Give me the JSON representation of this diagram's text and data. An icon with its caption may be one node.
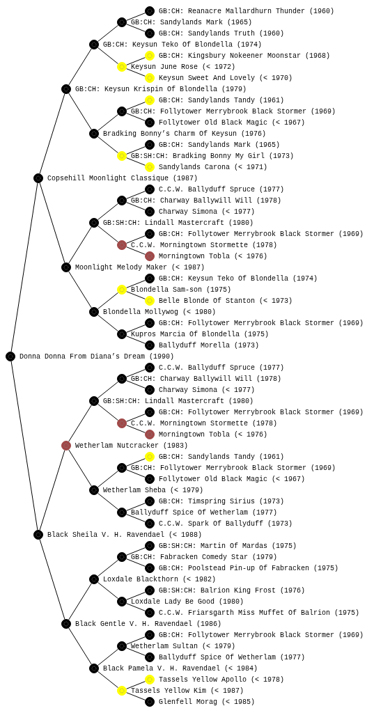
{
  "diagram": {
    "nodes": [
      {
        "text": [
          "GB:CH: Reanacre Mallardhurn Thunder (1960)"
        ]
      },
      {
        "text": [
          "GB:CH: Sandylands Mark (1965)"
        ]
      },
      {
        "text": [
          "GB:CH: Sandylands Truth (1960)"
        ]
      },
      {
        "text": [
          "GB:CH: Keysun Teko Of Blondella (1974)"
        ]
      },
      {
        "text": [
          "GB:CH: Kingsbury Nokeener Moonstar (1968)"
        ]
      },
      {
        "text": [
          "Keysun June Rose (< 1972)"
        ]
      },
      {
        "text": [
          "Keysun Sweet And Lovely (< 1970)"
        ]
      },
      {
        "text": [
          "GB:CH: Keysun Krispin Of Blondella (1979)"
        ]
      },
      {
        "text": [
          "GB:CH: Sandylands Tandy (1961)"
        ]
      },
      {
        "text": [
          "GB:CH: Follytower Merrybrook Black Stormer (1969)"
        ]
      },
      {
        "text": [
          "Follytower Old Black Magic (< 1967)"
        ]
      },
      {
        "text": [
          "Bradking Bonny’s Charm Of Keysun (1976)"
        ]
      },
      {
        "text": [
          "GB:CH: Sandylands Mark (1965)"
        ]
      },
      {
        "text": [
          "GB:SH:CH: Bradking Bonny My Girl (1973)"
        ]
      },
      {
        "text": [
          "Sandylands Carona (< 1971)"
        ]
      },
      {
        "text": [
          "Copsehill Moonlight Classique (1987)"
        ]
      },
      {
        "text": [
          "C.C.W. Ballyduff Spruce (1977)"
        ]
      },
      {
        "text": [
          "GB:CH: Charway Ballywill Will (1978)"
        ]
      },
      {
        "text": [
          "Charway Simona (< 1977)"
        ]
      },
      {
        "text": [
          "GB:SH:CH: Lindall Mastercraft (1980)"
        ]
      },
      {
        "text": [
          "GB:CH: Follytower Merrybrook Black Stormer (1969)"
        ]
      },
      {
        "text": [
          "C.C.W. Morningtown Stormette (1978)"
        ]
      },
      {
        "text": [
          "Morningtown Tobla (< 1976)"
        ]
      },
      {
        "text": [
          "Moonlight Melody Maker (< 1987)"
        ]
      },
      {
        "text": [
          "GB:CH: Keysun Teko Of Blondella (1974)"
        ]
      },
      {
        "text": [
          "Blondella Sam-son (1975)"
        ]
      },
      {
        "text": [
          "Belle Blonde Of Stanton (< 1973)"
        ]
      },
      {
        "text": [
          "Blondella Mollywog (< 1980)"
        ]
      },
      {
        "text": [
          "GB:CH: Follytower Merrybrook Black Stormer (1969)"
        ]
      },
      {
        "text": [
          "Kupros Marcia Of Blondella (1975)"
        ]
      },
      {
        "text": [
          "Ballyduff Morella (1973)"
        ]
      },
      {
        "text": [
          "Donna Donna From Diana’s Dream (1990)"
        ]
      },
      {
        "text": [
          "C.C.W. Ballyduff Spruce (1977)"
        ]
      },
      {
        "text": [
          "GB:CH: Charway Ballywill Will (1978)"
        ]
      },
      {
        "text": [
          "Charway Simona (< 1977)"
        ]
      },
      {
        "text": [
          "GB:SH:CH: Lindall Mastercraft (1980)"
        ]
      },
      {
        "text": [
          "GB:CH: Follytower Merrybrook Black Stormer (1969)"
        ]
      },
      {
        "text": [
          "C.C.W. Morningtown Stormette (1978)"
        ]
      },
      {
        "text": [
          "Morningtown Tobla (< 1976)"
        ]
      },
      {
        "text": [
          "Wetherlam Nutcracker (1983)"
        ]
      },
      {
        "text": [
          "GB:CH: Sandylands Tandy (1961)"
        ]
      },
      {
        "text": [
          "GB:CH: Follytower Merrybrook Black Stormer (1969)"
        ]
      },
      {
        "text": [
          "Follytower Old Black Magic (< 1967)"
        ]
      },
      {
        "text": [
          "Wetherlam Sheba (< 1979)"
        ]
      },
      {
        "text": [
          "GB:CH: Timspring Sirius (1973)"
        ]
      },
      {
        "text": [
          "Ballyduff Spice Of Wetherlam (1977)"
        ]
      },
      {
        "text": [
          "C.C.W. Spark Of Ballyduff (1973)"
        ]
      },
      {
        "text": [
          "Black Sheila V. H. Ravendael (< 1988)"
        ]
      },
      {
        "text": [
          "GB:SH:CH: Martin Of Mardas (1975)"
        ]
      },
      {
        "text": [
          "GB:CH: Fabracken Comedy Star (1979)"
        ]
      },
      {
        "text": [
          "GB:CH: Poolstead Pin-up Of Fabracken (1975)"
        ]
      },
      {
        "text": [
          "Loxdale Blackthorn (< 1982)"
        ]
      },
      {
        "text": [
          "GB:SH:CH: Balrion King Frost (1976)"
        ]
      },
      {
        "text": [
          "Loxdale Lady Be Good (1980)"
        ]
      },
      {
        "text": [
          "C.C.W. Friarsgarth Miss Muffet Of Balrion (1975)"
        ]
      },
      {
        "text": [
          "Black Gentle V. H. Ravendael (1986)"
        ]
      },
      {
        "text": [
          "GB:CH: Follytower Merrybrook Black Stormer (1969)"
        ]
      },
      {
        "text": [
          "Wetherlam Sultan (< 1979)"
        ]
      },
      {
        "text": [
          "Ballyduff Spice Of Wetherlam (1977)"
        ]
      },
      {
        "text": [
          "Black Pamela V. H. Ravendael (< 1984)"
        ]
      },
      {
        "text": [
          "Tassels Yellow Apollo (< 1978)"
        ]
      },
      {
        "text": [
          "Tassels Yellow Kim (< 1987)"
        ]
      },
      {
        "text": [
          "Glenfell Morag (< 1985)"
        ]
      }
    ],
    "edges": [
      {
        "from": 1,
        "to": 0,
        "arrow": "none"
      },
      {
        "from": 1,
        "to": 2,
        "arrow": "none"
      },
      {
        "from": 3,
        "to": 1,
        "arrow": "none"
      },
      {
        "from": 3,
        "to": 5,
        "arrow": "none"
      },
      {
        "from": 5,
        "to": 4,
        "arrow": "none"
      },
      {
        "from": 5,
        "to": 6,
        "arrow": "none"
      },
      {
        "from": 7,
        "to": 3,
        "arrow": "none"
      },
      {
        "from": 7,
        "to": 11,
        "arrow": "none"
      },
      {
        "from": 9,
        "to": 8,
        "arrow": "none"
      },
      {
        "from": 9,
        "to": 10,
        "arrow": "none"
      },
      {
        "from": 11,
        "to": 9,
        "arrow": "none"
      },
      {
        "from": 11,
        "to": 13,
        "arrow": "none"
      },
      {
        "from": 13,
        "to": 12,
        "arrow": "none"
      },
      {
        "from": 13,
        "to": 14,
        "arrow": "none"
      },
      {
        "from": 15,
        "to": 7,
        "arrow": "none"
      },
      {
        "from": 15,
        "to": 23,
        "arrow": "none"
      },
      {
        "from": 17,
        "to": 16,
        "arrow": "none"
      },
      {
        "from": 17,
        "to": 18,
        "arrow": "none"
      },
      {
        "from": 19,
        "to": 17,
        "arrow": "none"
      },
      {
        "from": 19,
        "to": 21,
        "arrow": "none"
      },
      {
        "from": 21,
        "to": 20,
        "arrow": "none"
      },
      {
        "from": 21,
        "to": 22,
        "arrow": "none"
      },
      {
        "from": 23,
        "to": 19,
        "arrow": "none"
      },
      {
        "from": 23,
        "to": 27,
        "arrow": "none"
      },
      {
        "from": 25,
        "to": 24,
        "arrow": "none"
      },
      {
        "from": 25,
        "to": 26,
        "arrow": "none"
      },
      {
        "from": 27,
        "to": 25,
        "arrow": "none"
      },
      {
        "from": 27,
        "to": 29,
        "arrow": "none"
      },
      {
        "from": 29,
        "to": 28,
        "arrow": "none"
      },
      {
        "from": 29,
        "to": 30,
        "arrow": "none"
      },
      {
        "from": 31,
        "to": 15,
        "arrow": "none"
      },
      {
        "from": 31,
        "to": 47,
        "arrow": "none"
      },
      {
        "from": 33,
        "to": 32,
        "arrow": "none"
      },
      {
        "from": 33,
        "to": 34,
        "arrow": "none"
      },
      {
        "from": 35,
        "to": 33,
        "arrow": "none"
      },
      {
        "from": 35,
        "to": 37,
        "arrow": "none"
      },
      {
        "from": 37,
        "to": 36,
        "arrow": "none"
      },
      {
        "from": 37,
        "to": 38,
        "arrow": "none"
      },
      {
        "from": 39,
        "to": 35,
        "arrow": "none"
      },
      {
        "from": 39,
        "to": 43,
        "arrow": "none"
      },
      {
        "from": 41,
        "to": 40,
        "arrow": "none"
      },
      {
        "from": 41,
        "to": 42,
        "arrow": "none"
      },
      {
        "from": 43,
        "to": 41,
        "arrow": "none"
      },
      {
        "from": 43,
        "to": 45,
        "arrow": "none"
      },
      {
        "from": 45,
        "to": 44,
        "arrow": "none"
      },
      {
        "from": 45,
        "to": 46,
        "arrow": "none"
      },
      {
        "from": 47,
        "to": 39,
        "arrow": "none"
      },
      {
        "from": 47,
        "to": 55,
        "arrow": "none"
      },
      {
        "from": 49,
        "to": 48,
        "arrow": "none"
      },
      {
        "from": 49,
        "to": 50,
        "arrow": "none"
      },
      {
        "from": 51,
        "to": 49,
        "arrow": "none"
      },
      {
        "from": 51,
        "to": 53,
        "arrow": "none"
      },
      {
        "from": 53,
        "to": 52,
        "arrow": "none"
      },
      {
        "from": 53,
        "to": 54,
        "arrow": "none"
      },
      {
        "from": 55,
        "to": 51,
        "arrow": "none"
      },
      {
        "from": 55,
        "to": 59,
        "arrow": "none"
      },
      {
        "from": 57,
        "to": 56,
        "arrow": "none"
      },
      {
        "from": 57,
        "to": 58,
        "arrow": "none"
      },
      {
        "from": 59,
        "to": 57,
        "arrow": "none"
      },
      {
        "from": 59,
        "to": 61,
        "arrow": "none"
      },
      {
        "from": 61,
        "to": 60,
        "arrow": "none"
      },
      {
        "from": 61,
        "to": 62,
        "arrow": "none"
      }
    ]
  }
}
